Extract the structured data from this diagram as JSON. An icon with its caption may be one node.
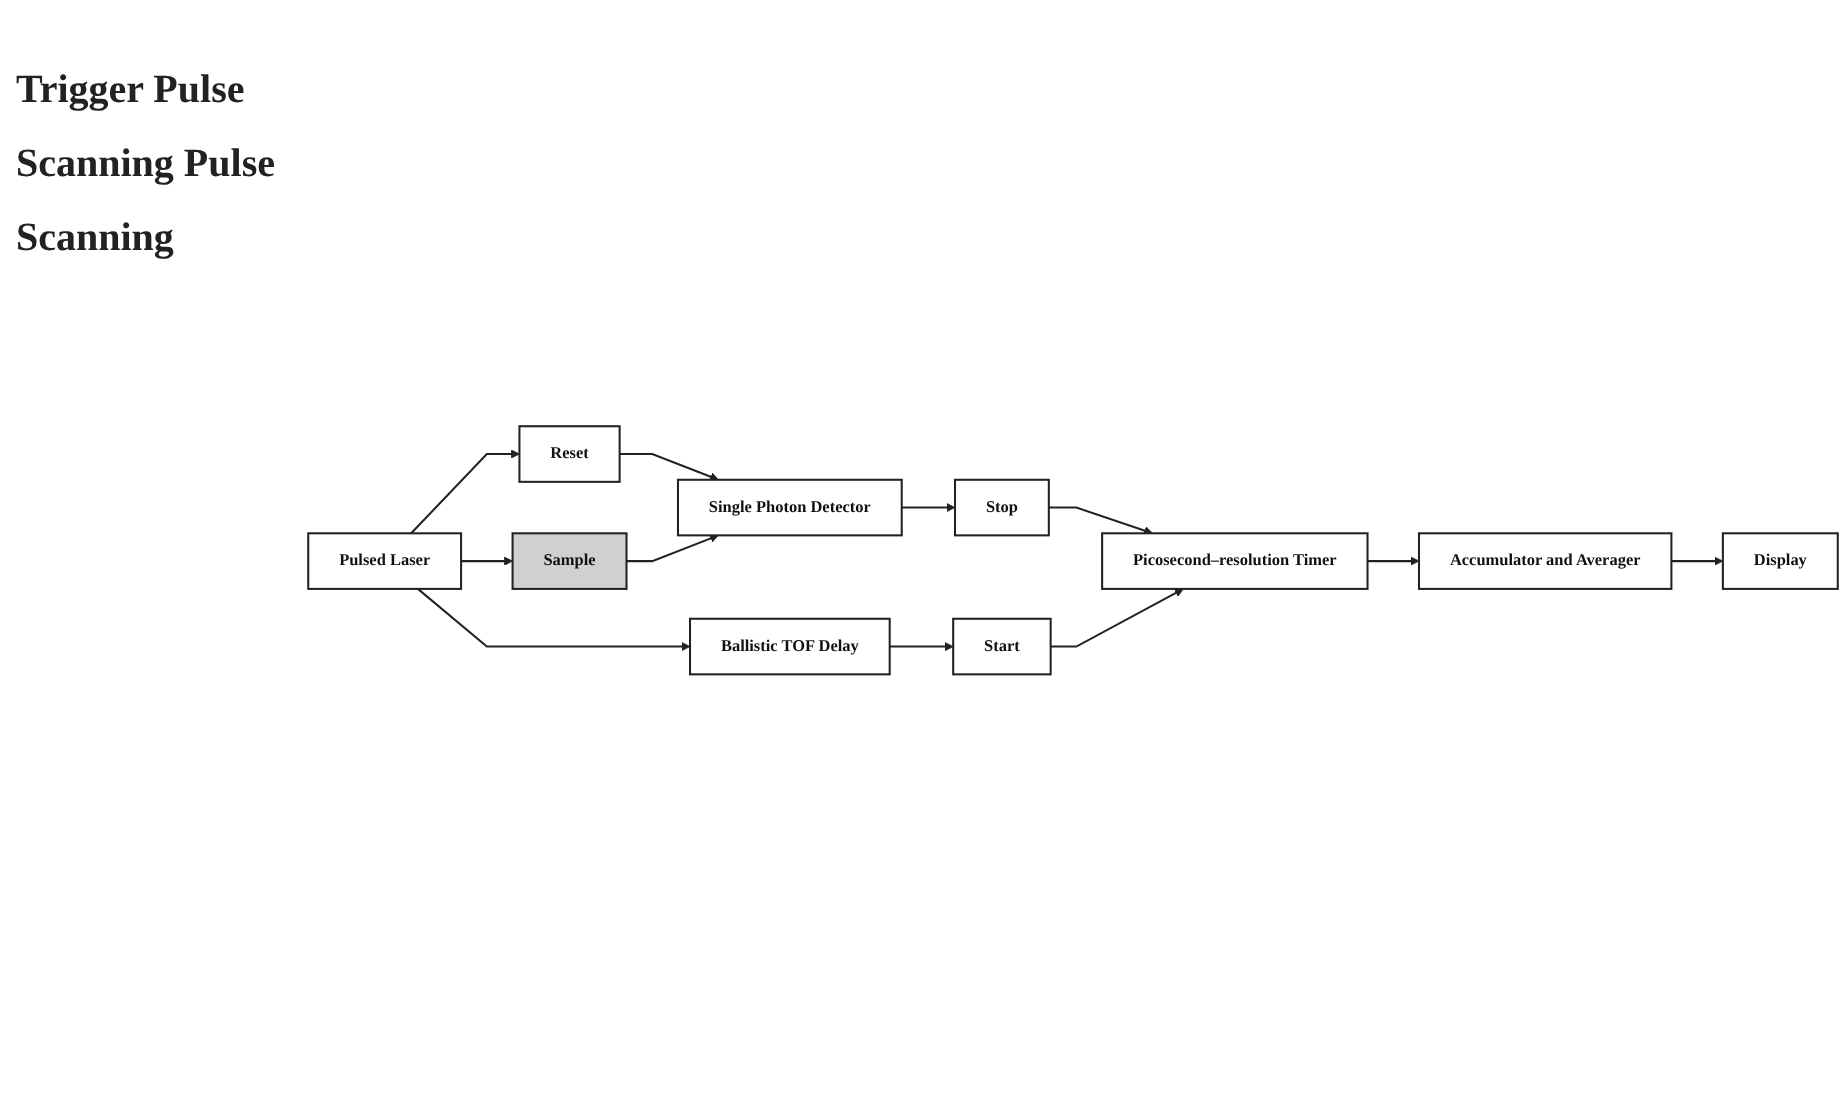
{
  "diagram": {
    "nodes": [
      {
        "text": [
          "Pulsed Laser"
        ]
      },
      {
        "text": [
          "Reset"
        ]
      },
      {
        "text": [
          "Sample"
        ]
      },
      {
        "text": [
          "Single Photon Detector"
        ]
      },
      {
        "text": [
          "Stop"
        ]
      },
      {
        "text": [
          "Ballistic TOF Delay"
        ]
      },
      {
        "text": [
          "Start"
        ]
      },
      {
        "text": [
          "Picosecond–resolution Timer"
        ]
      },
      {
        "text": [
          "Accumulator and Averager"
        ]
      },
      {
        "text": [
          "Display"
        ]
      }
    ],
    "edges": [
      {
        "from": 0,
        "to": 1,
        "arrow": "to"
      },
      {
        "from": 0,
        "to": 2,
        "arrow": "to"
      },
      {
        "from": 0,
        "to": 5,
        "arrow": "to"
      },
      {
        "from": 1,
        "to": 3,
        "arrow": "to"
      },
      {
        "from": 2,
        "to": 3,
        "arrow": "to"
      },
      {
        "from": 3,
        "to": 4,
        "arrow": "to"
      },
      {
        "from": 4,
        "to": 7,
        "arrow": "to"
      },
      {
        "from": 5,
        "to": 6,
        "arrow": "to"
      },
      {
        "from": 6,
        "to": 7,
        "arrow": "to"
      },
      {
        "from": 7,
        "to": 8,
        "arrow": "to"
      },
      {
        "from": 8,
        "to": 9,
        "arrow": "to"
      }
    ],
    "labels": [
      "Trigger Pulse",
      "Scanning Pulse",
      "Scanning"
    ]
  }
}
